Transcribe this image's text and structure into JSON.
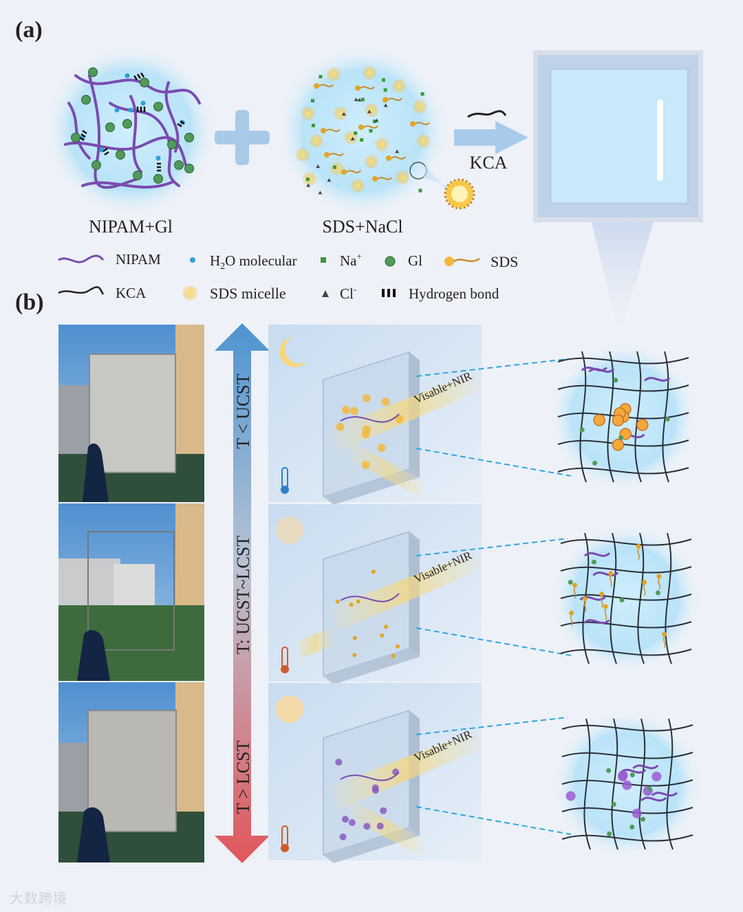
{
  "panels": {
    "a_label": "(a)",
    "b_label": "(b)"
  },
  "part_a": {
    "circle1_caption": "NIPAM+Gl",
    "circle2_caption": "SDS+NaCl",
    "arrow_label": "KCA"
  },
  "legend": {
    "nipam": "NIPAM",
    "h2o_prefix": "H",
    "h2o_sub": "2",
    "h2o_suffix": "O molecular",
    "na": "Na",
    "na_sup": "+",
    "gl": "Gl",
    "sds": "SDS",
    "kca": "KCA",
    "micelle": "SDS micelle",
    "cl": "Cl",
    "cl_sup": "-",
    "hbond": "Hydrogen bond"
  },
  "part_b": {
    "arrow_top": "T < UCST",
    "arrow_mid": "T: UCST~LCST",
    "arrow_bottom": "T > LCST",
    "beam_label_1": "Visable+NIR",
    "beam_label_2": "Visable+NIR",
    "beam_label_3": "Visable+NIR"
  },
  "watermark": "大数跨境",
  "colors": {
    "nipam": "#7a4bb0",
    "gl": "#4f9a5a",
    "water": "#2f9fd6",
    "na": "#3a9a3a",
    "micelle": "#f4c342",
    "arrow_top": "#4d94d1",
    "arrow_bottom": "#e0565a"
  }
}
